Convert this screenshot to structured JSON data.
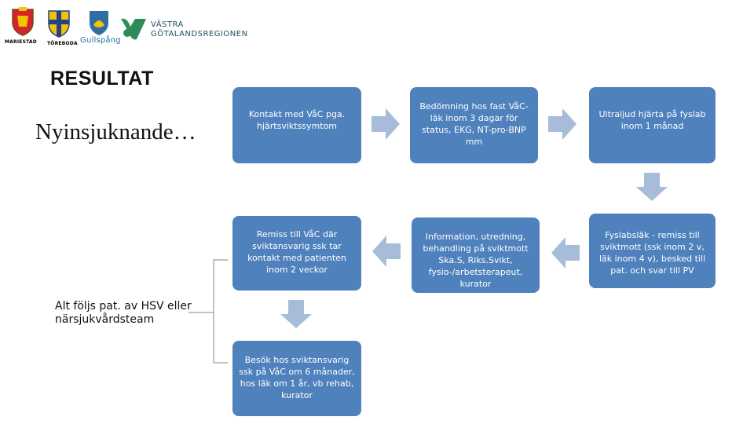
{
  "logos": {
    "mariestad": "MARIESTAD",
    "tore": "TÖREBODA",
    "gullspang": "Gullspång",
    "vg_line1": "VÄSTRA",
    "vg_line2": "GÖTALANDSREGIONEN"
  },
  "heading": "RESULTAT",
  "subheading": "Nyinsjuknande…",
  "side_note": "Alt följs pat. av HSV eller närsjukvårdsteam",
  "colors": {
    "box": "#4f81bd",
    "arrow": "#a6bcd9",
    "vg_green": "#2e8b57"
  },
  "flow": {
    "box1": "Kontakt med VåC pga. hjärtsviktssymtom",
    "box2": "Bedömning hos fast VåC-läk inom 3 dagar för status, EKG, NT-pro-BNP mm",
    "box3": "Ultraljud hjärta på fyslab inom 1 månad",
    "box4": "Fyslabsläk - remiss till sviktmott (ssk inom 2 v, läk inom 4 v), besked till pat. och svar till PV",
    "box5": "Information, utredning, behandling på sviktmott Ska.S, Riks.Svikt, fysio-/arbetsterapeut, kurator",
    "box6": "Remiss till VåC där sviktansvarig ssk tar kontakt med patienten inom 2 veckor",
    "box7": "Besök hos sviktansvarig ssk på VåC om 6 månader, hos läk om 1 år, vb rehab, kurator"
  }
}
